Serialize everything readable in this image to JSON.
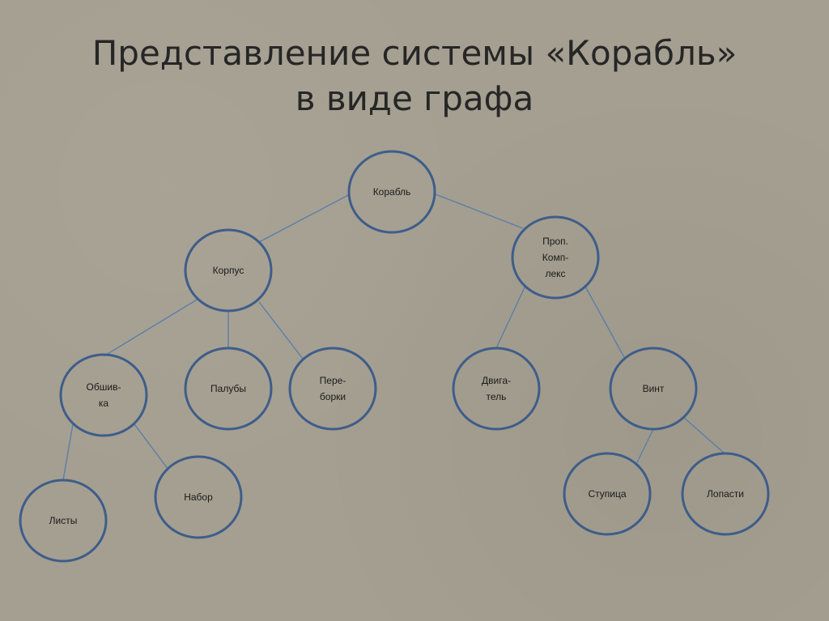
{
  "title": {
    "line1": "Представление системы «Корабль»",
    "line2": "в виде графа"
  },
  "graph": {
    "nodes": [
      {
        "id": "ship",
        "lines": [
          "Корабль"
        ]
      },
      {
        "id": "hull",
        "lines": [
          "Корпус"
        ]
      },
      {
        "id": "propulsion",
        "lines": [
          "Проп.",
          "Комп-",
          "лекс"
        ]
      },
      {
        "id": "plating",
        "lines": [
          "Обшив-",
          "ка"
        ]
      },
      {
        "id": "decks",
        "lines": [
          "Палубы"
        ]
      },
      {
        "id": "bulkheads",
        "lines": [
          "Пере-",
          "борки"
        ]
      },
      {
        "id": "engine",
        "lines": [
          "Двига-",
          "тель"
        ]
      },
      {
        "id": "propeller",
        "lines": [
          "Винт"
        ]
      },
      {
        "id": "sheets",
        "lines": [
          "Листы"
        ]
      },
      {
        "id": "frame",
        "lines": [
          "Набор"
        ]
      },
      {
        "id": "hub",
        "lines": [
          "Ступица"
        ]
      },
      {
        "id": "blades",
        "lines": [
          "Лопасти"
        ]
      }
    ],
    "edges": [
      [
        "ship",
        "hull"
      ],
      [
        "ship",
        "propulsion"
      ],
      [
        "hull",
        "plating"
      ],
      [
        "hull",
        "decks"
      ],
      [
        "hull",
        "bulkheads"
      ],
      [
        "propulsion",
        "engine"
      ],
      [
        "propulsion",
        "propeller"
      ],
      [
        "plating",
        "sheets"
      ],
      [
        "plating",
        "frame"
      ],
      [
        "propeller",
        "hub"
      ],
      [
        "propeller",
        "blades"
      ]
    ]
  }
}
